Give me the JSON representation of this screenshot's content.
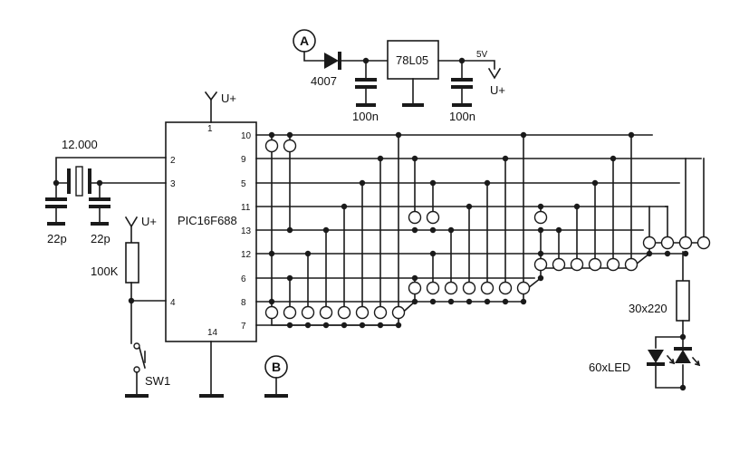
{
  "ic": {
    "name": "PIC16F688",
    "vdd_pin": "1",
    "gnd_pin": "14",
    "pin_2": "2",
    "pin_3": "3",
    "pin_4": "4"
  },
  "ports": [
    "10",
    "9",
    "5",
    "11",
    "13",
    "12",
    "6",
    "8",
    "7"
  ],
  "supply": {
    "connector_a": "A",
    "connector_b": "B",
    "diode": "4007",
    "regulator": "78L05",
    "out_voltage": "5V",
    "cap_in": "100n",
    "cap_out": "100n"
  },
  "rails": {
    "vplus_ic": "U+",
    "vplus_reset": "U+",
    "vplus_reg": "U+"
  },
  "osc": {
    "crystal": "12.000",
    "cap1": "22p",
    "cap2": "22p"
  },
  "reset": {
    "resistor": "100K",
    "switch": "SW1"
  },
  "led": {
    "resistors": "30x220",
    "leds": "60xLED"
  },
  "colors": {
    "ink": "#1a1a1a",
    "paper": "#ffffff"
  }
}
